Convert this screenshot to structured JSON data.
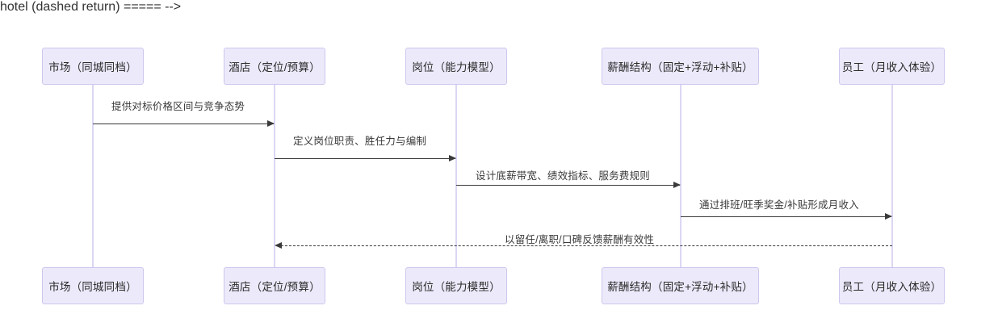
{
  "diagram": {
    "type": "sequence-diagram",
    "participants": [
      {
        "id": "market",
        "label": "市场（同城同档）"
      },
      {
        "id": "hotel",
        "label": "酒店（定位/预算）"
      },
      {
        "id": "position",
        "label": "岗位（能力模型）"
      },
      {
        "id": "pay",
        "label": "薪酬结构（固定+浮动+补贴）"
      },
      {
        "id": "employee",
        "label": "员工（月收入体验）"
      }
    ],
    "messages": [
      {
        "label": "提供对标价格区间与竞争态势",
        "from": "market",
        "to": "hotel",
        "style": "solid",
        "direction": "right"
      },
      {
        "label": "定义岗位职责、胜任力与编制",
        "from": "hotel",
        "to": "position",
        "style": "solid",
        "direction": "right"
      },
      {
        "label": "设计底薪带宽、绩效指标、服务费规则",
        "from": "position",
        "to": "pay",
        "style": "solid",
        "direction": "right"
      },
      {
        "label": "通过排班/旺季奖金/补贴形成月收入",
        "from": "pay",
        "to": "employee",
        "style": "solid",
        "direction": "right"
      },
      {
        "label": "以留任/离职/口碑反馈薪酬有效性",
        "from": "employee",
        "to": "hotel",
        "style": "dashed",
        "direction": "left"
      }
    ],
    "colors": {
      "box_fill": "#ECEAFA",
      "box_border": "#CFC6EE",
      "lifeline": "#DDD6F3",
      "arrow": "#3a3a3a",
      "text": "#333333",
      "background": "#ffffff"
    }
  }
}
